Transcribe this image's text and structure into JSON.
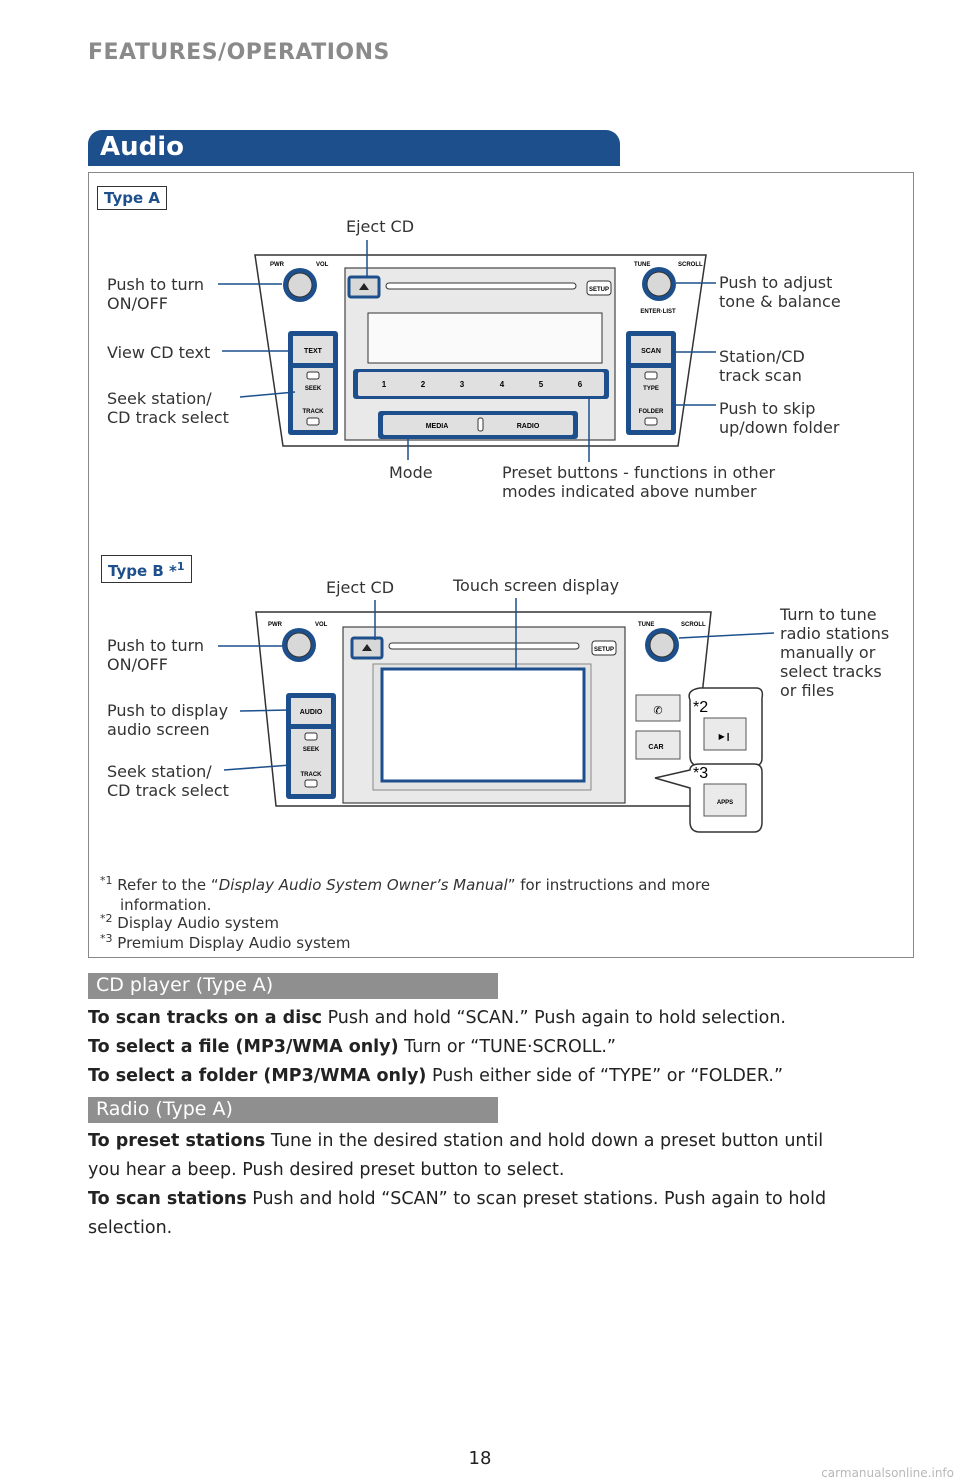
{
  "header": {
    "section_title": "FEATURES/OPERATIONS"
  },
  "audio": {
    "title": "Audio",
    "type_a": {
      "tag": "Type A",
      "labels": {
        "eject_cd": "Eject CD",
        "push_turn_on": [
          "Push to turn",
          "ON/OFF"
        ],
        "view_cd_text": "View CD text",
        "seek_station": [
          "Seek station/",
          "CD track select"
        ],
        "mode": "Mode",
        "preset_buttons": [
          "Preset buttons - functions in other",
          "modes indicated above number"
        ],
        "push_adjust_tone": [
          "Push to adjust",
          "tone & balance"
        ],
        "station_scan": [
          "Station/CD",
          "track scan"
        ],
        "push_skip_folder": [
          "Push to skip",
          "up/down folder"
        ]
      },
      "unit_labels": {
        "pwr": "PWR",
        "vol": "VOL",
        "tune": "TUNE",
        "scroll": "SCROLL",
        "enter_list": "ENTER·LIST",
        "setup": "SETUP",
        "text": "TEXT",
        "seek": "SEEK",
        "track": "TRACK",
        "scan": "SCAN",
        "type": "TYPE",
        "folder": "FOLDER",
        "media": "MEDIA",
        "radio": "RADIO",
        "presets": [
          "1",
          "2",
          "3",
          "4",
          "5",
          "6"
        ]
      }
    },
    "type_b": {
      "tag": "Type B *",
      "tag_sup": "1",
      "labels": {
        "eject_cd": "Eject CD",
        "touch_screen": "Touch screen display",
        "push_turn_on": [
          "Push to turn",
          "ON/OFF"
        ],
        "push_display": [
          "Push to display",
          "audio screen"
        ],
        "seek_station": [
          "Seek station/",
          "CD track select"
        ],
        "turn_to_tune": [
          "Turn to tune",
          "radio stations",
          "manually or",
          "select tracks",
          "or files"
        ],
        "star2": "*2",
        "star3": "*3"
      },
      "unit_labels": {
        "pwr": "PWR",
        "vol": "VOL",
        "tune": "TUNE",
        "scroll": "SCROLL",
        "setup": "SETUP",
        "audio": "AUDIO",
        "seek": "SEEK",
        "track": "TRACK",
        "car": "CAR",
        "apps": "APPS"
      }
    },
    "footnotes": {
      "n1_mark": "*1",
      "n1_pre": "Refer to the “",
      "n1_italic": "Display Audio System Owner’s Manual",
      "n1_post": "” for instructions and more",
      "n1_cont": "information.",
      "n2_mark": "*2",
      "n2": "Display Audio system",
      "n3_mark": "*3",
      "n3": "Premium Display Audio system"
    }
  },
  "cd_player": {
    "title": "CD player (Type A)",
    "items": [
      {
        "bold": "To scan tracks on a disc",
        "text": " Push and hold “SCAN.” Push again to hold selection."
      },
      {
        "bold": "To select a file (MP3/WMA only)",
        "text": " Turn or “TUNE·SCROLL.”"
      },
      {
        "bold": "To select a folder (MP3/WMA only)",
        "text": " Push either side of “TYPE” or “FOLDER.”"
      }
    ]
  },
  "radio": {
    "title": "Radio (Type A)",
    "lines": [
      {
        "bold": "To preset stations",
        "text": " Tune in the desired station and hold down a preset button until"
      },
      {
        "bold": "",
        "text": "you hear a beep. Push desired preset button to select."
      },
      {
        "bold": "To scan stations",
        "text": " Push and hold “SCAN” to scan preset stations. Push again to hold"
      },
      {
        "bold": "",
        "text": "selection."
      }
    ]
  },
  "footer": {
    "page_number": "18",
    "watermark": "carmanualsonline.info"
  },
  "colors": {
    "brand_blue": "#1c4f8c",
    "subbar_gray": "#8f8f8f",
    "title_gray": "#8a8a8a"
  }
}
